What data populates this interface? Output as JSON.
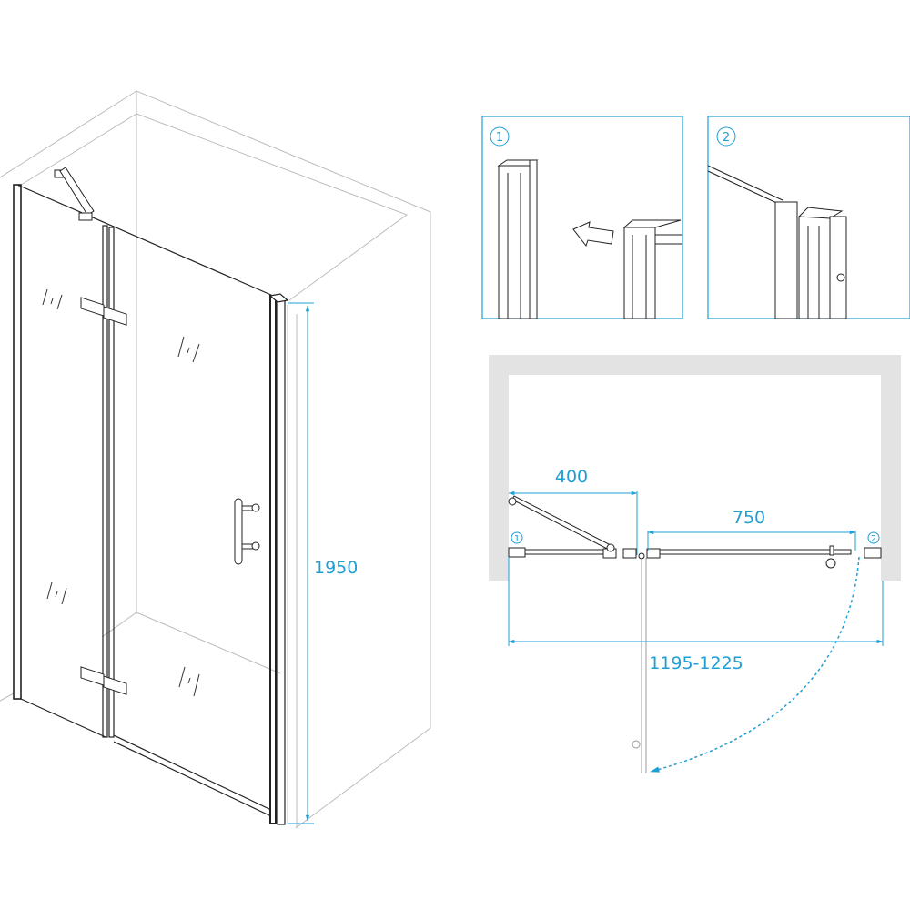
{
  "colors": {
    "dimension": "#1e9fd4",
    "wall": "#e3e3e3",
    "line": "#222222",
    "light_line": "#bdbdbd"
  },
  "iso_view": {
    "height_label": "1950"
  },
  "detail_1": {
    "marker": "1"
  },
  "detail_2": {
    "marker": "2"
  },
  "plan_view": {
    "fixed_panel_width": "400",
    "door_width": "750",
    "total_width": "1195-1225",
    "marker_left": "1",
    "marker_right": "2"
  }
}
